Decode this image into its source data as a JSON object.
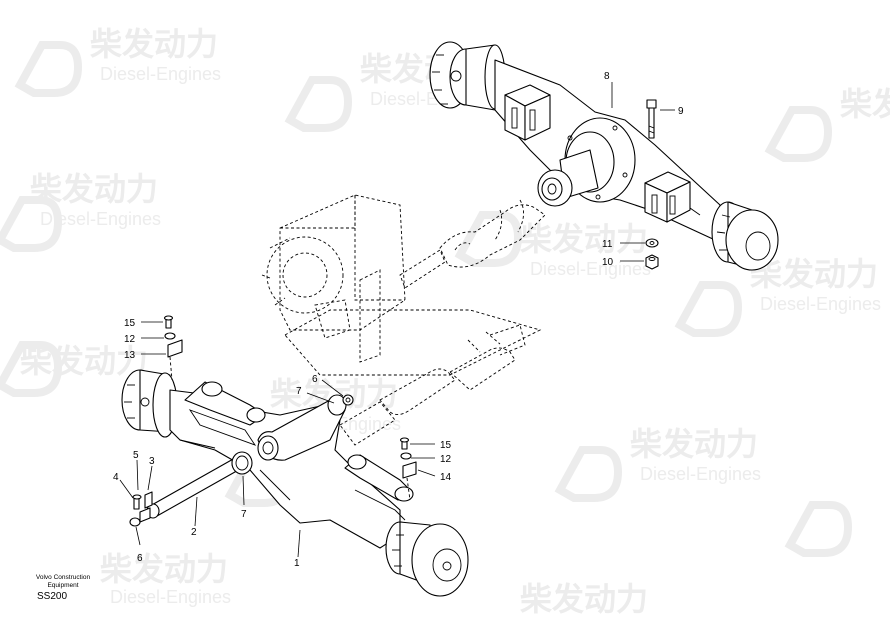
{
  "watermark": {
    "cn": "柴发动力",
    "en": "Diesel-Engines"
  },
  "brand": {
    "line1": "Volvo Construction",
    "line2": "Equipment"
  },
  "drawing_code": "SS200",
  "callouts": {
    "c1": "1",
    "c2": "2",
    "c3": "3",
    "c4": "4",
    "c5": "5",
    "c6a": "6",
    "c6b": "6",
    "c7a": "7",
    "c7b": "7",
    "c8": "8",
    "c9": "9",
    "c10": "10",
    "c11": "11",
    "c12a": "12",
    "c12b": "12",
    "c13": "13",
    "c14": "14",
    "c15a": "15",
    "c15b": "15"
  }
}
